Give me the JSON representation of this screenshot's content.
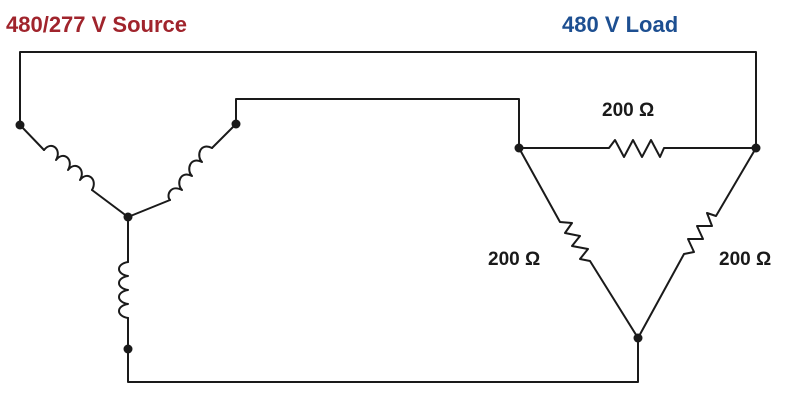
{
  "titles": {
    "source": "480/277 V Source",
    "load": "480 V Load"
  },
  "resistors": {
    "top": "200 Ω",
    "left": "200 Ω",
    "right": "200 Ω"
  },
  "colors": {
    "source_title": "#a0242c",
    "load_title": "#1d4f91",
    "wire": "#1a1a1a"
  }
}
